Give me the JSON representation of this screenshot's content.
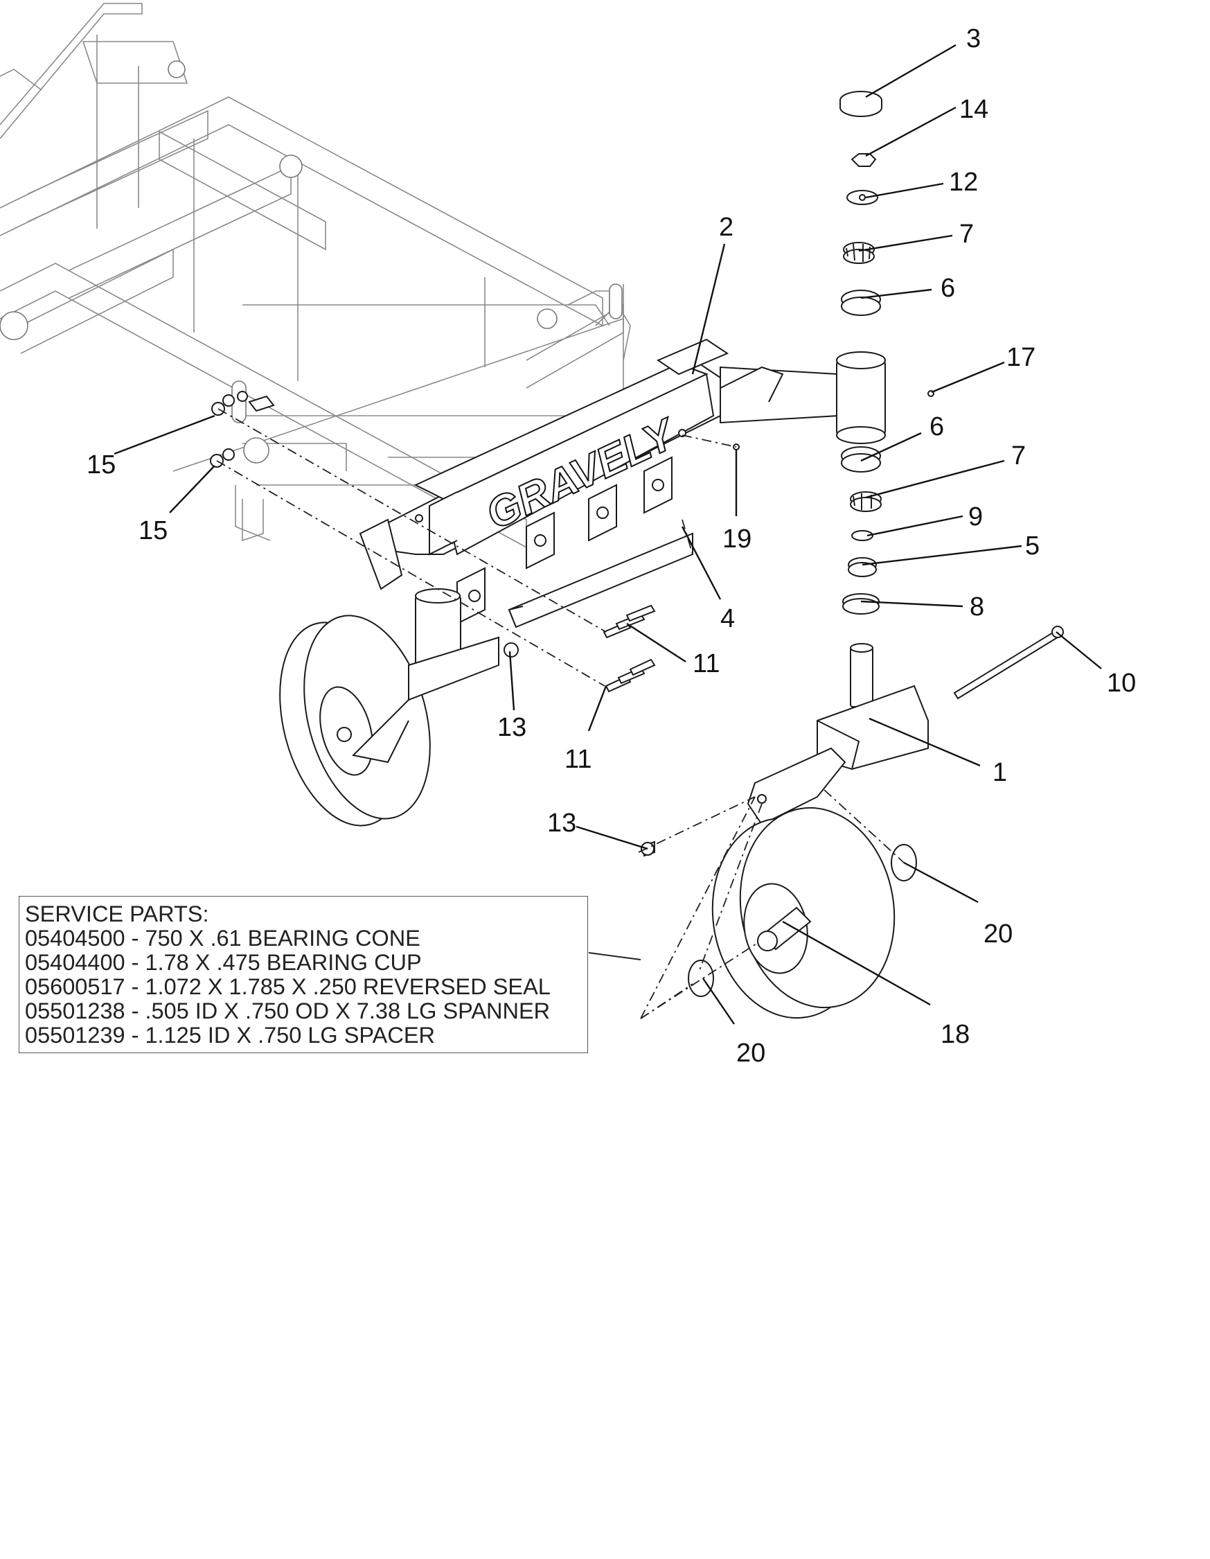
{
  "diagram": {
    "brand_text": "GRAVELY",
    "callouts": [
      "3",
      "14",
      "12",
      "7",
      "6",
      "2",
      "17",
      "6",
      "7",
      "15",
      "15",
      "19",
      "9",
      "5",
      "4",
      "8",
      "11",
      "10",
      "13",
      "11",
      "1",
      "13",
      "20",
      "18",
      "20"
    ]
  },
  "service_parts": {
    "title": "SERVICE PARTS:",
    "items": [
      "05404500 - 750 X .61 BEARING CONE",
      "05404400 - 1.78 X .475 BEARING CUP",
      "05600517 - 1.072 X 1.785 X .250 REVERSED SEAL",
      "05501238 - .505 ID X .750 OD X 7.38 LG SPANNER",
      "05501239 - 1.125 ID X .750 LG SPACER"
    ]
  }
}
